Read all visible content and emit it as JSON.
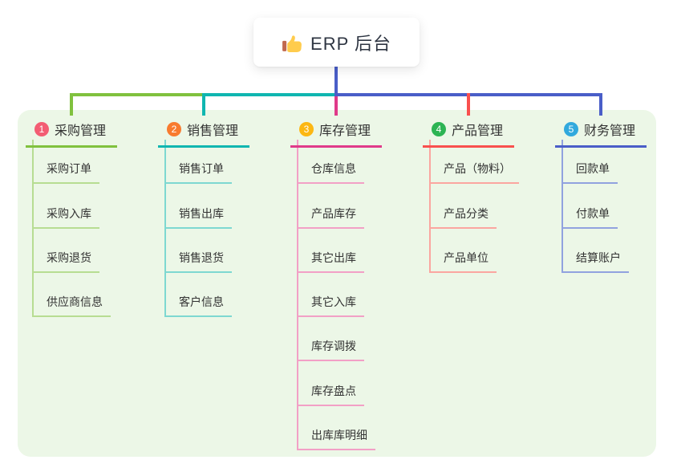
{
  "root": {
    "title": "ERP 后台",
    "icon": "thumbs-up"
  },
  "colors": {
    "panel_bg": "#ecf7e7",
    "root_line": "#4a5ec8",
    "card_bg": "#ffffff",
    "root_text": "#2e3542",
    "node_text": "#333333"
  },
  "branches": [
    {
      "num": "1",
      "label": "采购管理",
      "color": "#80c13e",
      "light_color": "#b7dd92",
      "badge_color": "#f35d73",
      "children": [
        "采购订单",
        "采购入库",
        "采购退货",
        "供应商信息"
      ]
    },
    {
      "num": "2",
      "label": "销售管理",
      "color": "#0fb6b0",
      "light_color": "#7ed8d1",
      "badge_color": "#f87b2f",
      "children": [
        "销售订单",
        "销售出库",
        "销售退货",
        "客户信息"
      ]
    },
    {
      "num": "3",
      "label": "库存管理",
      "color": "#e03a8a",
      "light_color": "#f2a0c6",
      "badge_color": "#fcb713",
      "children": [
        "仓库信息",
        "产品库存",
        "其它出库",
        "其它入库",
        "库存调拨",
        "库存盘点",
        "出库库明细"
      ]
    },
    {
      "num": "4",
      "label": "产品管理",
      "color": "#f9504e",
      "light_color": "#fba6a0",
      "badge_color": "#2cb453",
      "children": [
        "产品（物料）",
        "产品分类",
        "产品单位"
      ]
    },
    {
      "num": "5",
      "label": "财务管理",
      "color": "#4a5ec8",
      "light_color": "#91a2df",
      "badge_color": "#31a9dd",
      "children": [
        "回款单",
        "付款单",
        "结算账户"
      ]
    }
  ]
}
